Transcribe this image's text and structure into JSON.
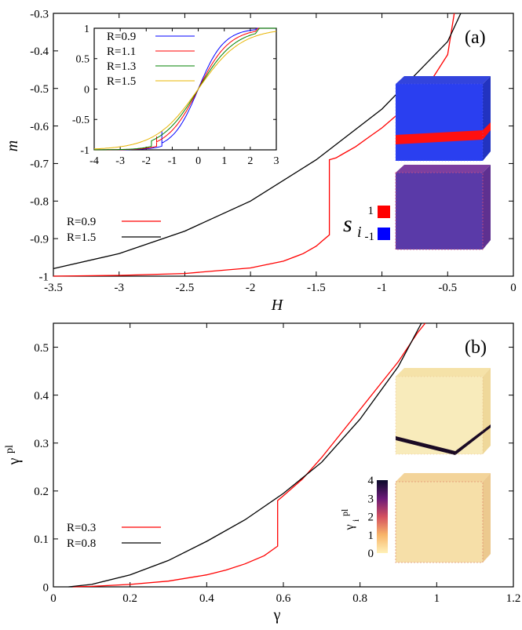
{
  "chart_data": [
    {
      "type": "line",
      "panel_label": "(a)",
      "xlabel": "H",
      "ylabel": "m",
      "xlim": [
        -3.5,
        0
      ],
      "ylim": [
        -1,
        -0.3
      ],
      "xticks": [
        -3.5,
        -3,
        -2.5,
        -2,
        -1.5,
        -1,
        -0.5,
        0
      ],
      "xtick_labels": [
        "-3.5",
        "-3",
        "-2.5",
        "-2",
        "-1.5",
        "-1",
        "-0.5",
        "0"
      ],
      "yticks": [
        -1,
        -0.9,
        -0.8,
        -0.7,
        -0.6,
        -0.5,
        -0.4,
        -0.3
      ],
      "ytick_labels": [
        "-1",
        "-0.9",
        "-0.8",
        "-0.7",
        "-0.6",
        "-0.5",
        "-0.4",
        "-0.3"
      ],
      "legend_position": "bottom-left",
      "colors": {
        "R=0.9": "#ff0000",
        "R=1.5": "#000000"
      },
      "series": [
        {
          "name": "R=0.9",
          "color": "#ff0000",
          "x": [
            -3.5,
            -3.0,
            -2.5,
            -2.0,
            -1.75,
            -1.6,
            -1.5,
            -1.45,
            -1.4,
            -1.4,
            -1.35,
            -1.3,
            -1.2,
            -1.1,
            -1.0,
            -0.9,
            -0.8,
            -0.7,
            -0.6,
            -0.5,
            -0.45
          ],
          "y": [
            -1.0,
            -0.998,
            -0.993,
            -0.978,
            -0.96,
            -0.94,
            -0.92,
            -0.905,
            -0.89,
            -0.69,
            -0.685,
            -0.675,
            -0.655,
            -0.63,
            -0.605,
            -0.575,
            -0.545,
            -0.51,
            -0.465,
            -0.41,
            -0.3
          ]
        },
        {
          "name": "R=1.5",
          "color": "#000000",
          "x": [
            -3.5,
            -3.0,
            -2.5,
            -2.0,
            -1.5,
            -1.0,
            -0.5,
            -0.4
          ],
          "y": [
            -0.98,
            -0.94,
            -0.88,
            -0.8,
            -0.69,
            -0.555,
            -0.375,
            -0.3
          ]
        }
      ],
      "inset": {
        "type": "line",
        "xlim": [
          -4,
          3
        ],
        "ylim": [
          -1,
          1
        ],
        "xticks": [
          -4,
          -3,
          -2,
          -1,
          0,
          1,
          2,
          3
        ],
        "xtick_labels": [
          "-4",
          "-3",
          "-2",
          "-1",
          "0",
          "1",
          "2",
          "3"
        ],
        "yticks": [
          -1,
          -0.5,
          0,
          0.5,
          1
        ],
        "ytick_labels": [
          "-1",
          "-0.5",
          "0",
          "0.5",
          "1"
        ],
        "series": [
          {
            "name": "R=0.9",
            "color": "#0000ff",
            "jump_x": -1.4,
            "jump_to_y": -0.69
          },
          {
            "name": "R=1.1",
            "color": "#ff0000",
            "jump_x": -1.6,
            "jump_to_y": -0.78
          },
          {
            "name": "R=1.3",
            "color": "#008000",
            "jump_x": -1.8,
            "jump_to_y": -0.86
          },
          {
            "name": "R=1.5",
            "color": "#e8b400",
            "jump_x": null,
            "jump_to_y": null
          }
        ]
      },
      "colorbar": {
        "title": "s",
        "subscript": "i",
        "labels": [
          "1",
          "-1"
        ],
        "colors": [
          "#ff0000",
          "#0000ff"
        ]
      }
    },
    {
      "type": "line",
      "panel_label": "(b)",
      "xlabel": "γ",
      "ylabel": "γ",
      "ylabel_superscript": "pl",
      "xlim": [
        0,
        1.2
      ],
      "ylim": [
        0,
        0.55
      ],
      "xticks": [
        0,
        0.2,
        0.4,
        0.6,
        0.8,
        1.0,
        1.2
      ],
      "xtick_labels": [
        "0",
        "0.2",
        "0.4",
        "0.6",
        "0.8",
        "1",
        "1.2"
      ],
      "yticks": [
        0,
        0.1,
        0.2,
        0.3,
        0.4,
        0.5
      ],
      "ytick_labels": [
        "0",
        "0.1",
        "0.2",
        "0.3",
        "0.4",
        "0.5"
      ],
      "legend_position": "bottom-left",
      "colors": {
        "R=0.3": "#ff0000",
        "R=0.8": "#000000"
      },
      "series": [
        {
          "name": "R=0.3",
          "color": "#ff0000",
          "x": [
            0.05,
            0.1,
            0.2,
            0.3,
            0.4,
            0.45,
            0.5,
            0.55,
            0.585,
            0.585,
            0.6,
            0.65,
            0.7,
            0.75,
            0.8,
            0.85,
            0.9,
            0.95,
            0.97
          ],
          "y": [
            0.0,
            0.001,
            0.005,
            0.012,
            0.025,
            0.035,
            0.048,
            0.065,
            0.085,
            0.18,
            0.19,
            0.225,
            0.27,
            0.32,
            0.37,
            0.42,
            0.47,
            0.53,
            0.55
          ]
        },
        {
          "name": "R=0.8",
          "color": "#000000",
          "x": [
            0.04,
            0.1,
            0.2,
            0.3,
            0.4,
            0.5,
            0.6,
            0.7,
            0.8,
            0.9,
            0.96
          ],
          "y": [
            0.0,
            0.005,
            0.025,
            0.055,
            0.095,
            0.14,
            0.195,
            0.26,
            0.35,
            0.46,
            0.55
          ]
        }
      ],
      "colorbar": {
        "title": "γ",
        "superscript": "pl",
        "subscript": "i",
        "labels": [
          "4",
          "3",
          "2",
          "1",
          "0"
        ]
      }
    }
  ]
}
